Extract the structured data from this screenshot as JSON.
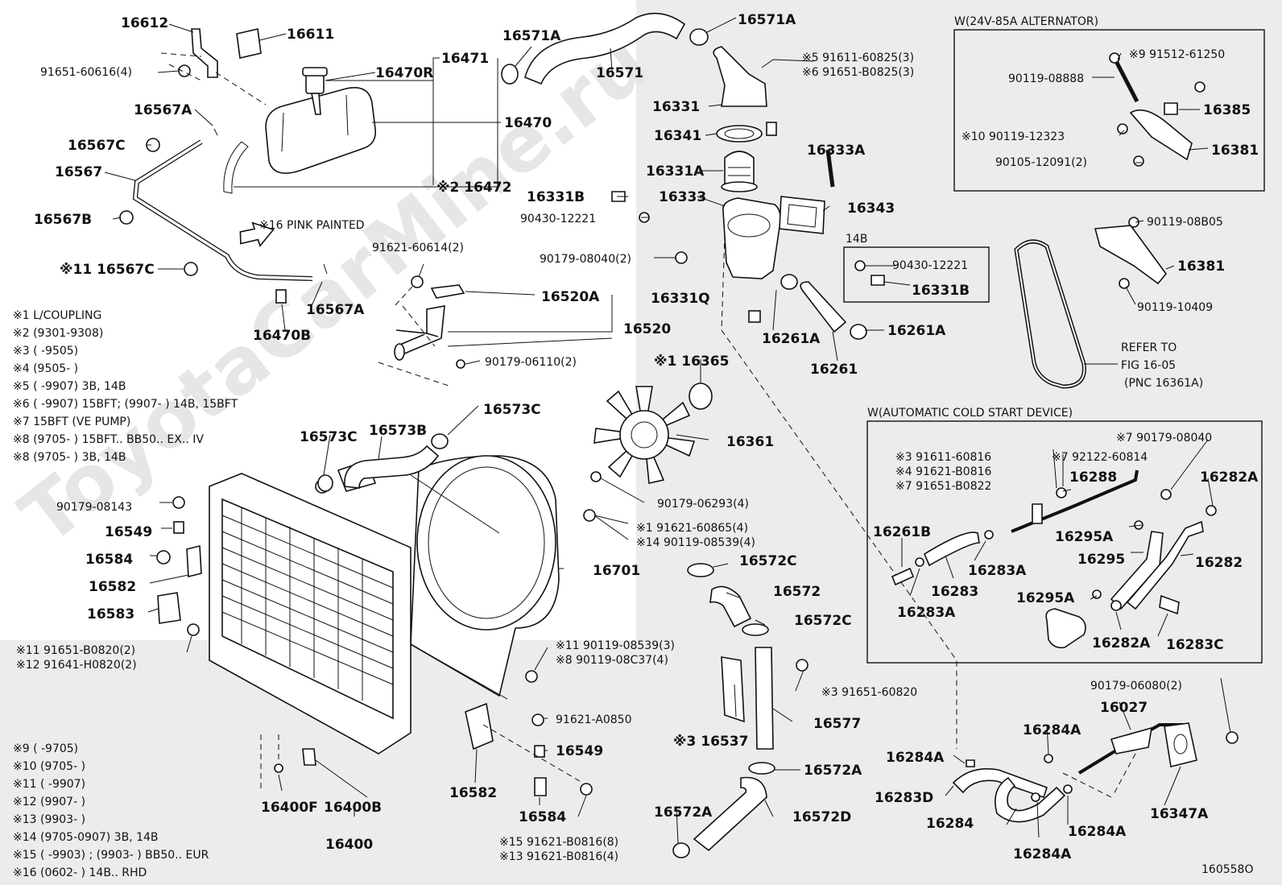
{
  "watermark": "ToyotaCarMine.ru",
  "figure_number": "160558O",
  "boxes": {
    "alternator": "W(24V-85A ALTERNATOR)",
    "cold_start": "W(AUTOMATIC COLD START DEVICE)",
    "small_14b": "14B"
  },
  "notes": {
    "pink_painted": "※16  PINK PAINTED",
    "refer_1": "REFER TO",
    "refer_2": "FIG 16-05",
    "refer_3": "(PNC 16361A)"
  },
  "legend_top": [
    "※1 L/COUPLING",
    "※2 (9301-9308)",
    "※3 (       -9505)",
    "※4 (9505-       )",
    "※5 (       -9907) 3B, 14B",
    "※6 (       -9907) 15BFT; (9907-       ) 14B, 15BFT",
    "※7 15BFT (VE PUMP)",
    "※8 (9705-       ) 15BFT.. BB50.. EX.. IV",
    "※8 (9705-       ) 3B, 14B"
  ],
  "legend_bottom": [
    "※9 (       -9705)",
    "※10 (9705-       )",
    "※11 (       -9907)",
    "※12 (9907-       )",
    "※13 (9903-       )",
    "※14 (9705-0907) 3B, 14B",
    "※15 (       -9903) ; (9903-       ) BB50.. EUR",
    "※16 (0602-       ) 14B.. RHD"
  ],
  "labels": {
    "p16612": "16612",
    "p16611": "16611",
    "p91651_60616": "91651-60616(4)",
    "p16470R": "16470R",
    "p16471": "16471",
    "p16470": "16470",
    "p16472": "※2 16472",
    "p16567A_top": "16567A",
    "p16567C_top": "16567C",
    "p16567": "16567",
    "p16567B": "16567B",
    "p16567C_bot": "※11 16567C",
    "p16567A_bot": "16567A",
    "p16470B": "16470B",
    "p16571A_l": "16571A",
    "p16571": "16571",
    "p16571A_r": "16571A",
    "p91611_60825": "※5  91611-60825(3)",
    "p91651_B0825": "※6  91651-B0825(3)",
    "p16331": "16331",
    "p16341": "16341",
    "p16333A": "16333A",
    "p16331A": "16331A",
    "p16331B": "16331B",
    "p16333": "16333",
    "p16343": "16343",
    "p90430_12221": "90430-12221",
    "p90179_08040": "90179-08040(2)",
    "p90430_12221b": "90430-12221",
    "p16331B_b": "16331B",
    "p16331Q": "16331Q",
    "p91621_60614": "91621-60614(2)",
    "p16520A": "16520A",
    "p16520": "16520",
    "p90179_06110": "90179-06110(2)",
    "p16261A_l": "16261A",
    "p16261A_r": "16261A",
    "p16261": "16261",
    "p16365": "※1  16365",
    "p16361": "16361",
    "p90179_06293": "90179-06293(4)",
    "p91621_60865": "※1   91621-60865(4)",
    "p90119_08539a": "※14  90119-08539(4)",
    "p16573C_r": "16573C",
    "p16573C_l": "16573C",
    "p16573B": "16573B",
    "p90179_08143": "90179-08143",
    "p16549_l": "16549",
    "p16584_l": "16584",
    "p16582_l": "16582",
    "p16583": "16583",
    "p91651_B0820": "※11  91651-B0820(2)",
    "p91641_H0820": "※12  91641-H0820(2)",
    "p16701": "16701",
    "p16572C_t": "16572C",
    "p16572": "16572",
    "p16572C_b": "16572C",
    "p90119_08539b": "※11  90119-08539(3)",
    "p90119_08C37": "※8   90119-08C37(4)",
    "p91651_60820": "※3  91651-60820",
    "p91621_A0850": "91621-A0850",
    "p16549_b": "16549",
    "p16582_b": "16582",
    "p16584_b": "16584",
    "p91621_B0816_8": "※15  91621-B0816(8)",
    "p91621_B0816_4": "※13  91621-B0816(4)",
    "p16537": "※3 16537",
    "p16577": "16577",
    "p16572A_r": "16572A",
    "p16572A_l": "16572A",
    "p16572D": "16572D",
    "p16400F": "16400F",
    "p16400B": "16400B",
    "p16400": "16400",
    "p91512_61250": "※9  91512-61250",
    "p90119_08888": "90119-08888",
    "p16385": "16385",
    "p90119_12323": "※10  90119-12323",
    "p16381_a": "16381",
    "p90105_12091": "90105-12091(2)",
    "p90119_08B05": "90119-08B05",
    "p16381_b": "16381",
    "p90119_10409": "90119-10409",
    "p90179_08040b": "※7  90179-08040",
    "p91611_60816": "※3  91611-60816",
    "p92122_60814": "※7  92122-60814",
    "p91621_B0816c": "※4  91621-B0816",
    "p91651_B0822": "※7  91651-B0822",
    "p16288": "16288",
    "p16282A_t": "16282A",
    "p16261B": "16261B",
    "p16295A_t": "16295A",
    "p16295": "16295",
    "p16282": "16282",
    "p16283A_r": "16283A",
    "p16283": "16283",
    "p16283A_l": "16283A",
    "p16295A_b": "16295A",
    "p16282A_b": "16282A",
    "p16283C": "16283C",
    "p90179_06080": "90179-06080(2)",
    "p16027": "16027",
    "p16284A_t": "16284A",
    "p16284A_l": "16284A",
    "p16283D": "16283D",
    "p16284": "16284",
    "p16284A_r": "16284A",
    "p16284A_b": "16284A",
    "p16347A": "16347A"
  }
}
